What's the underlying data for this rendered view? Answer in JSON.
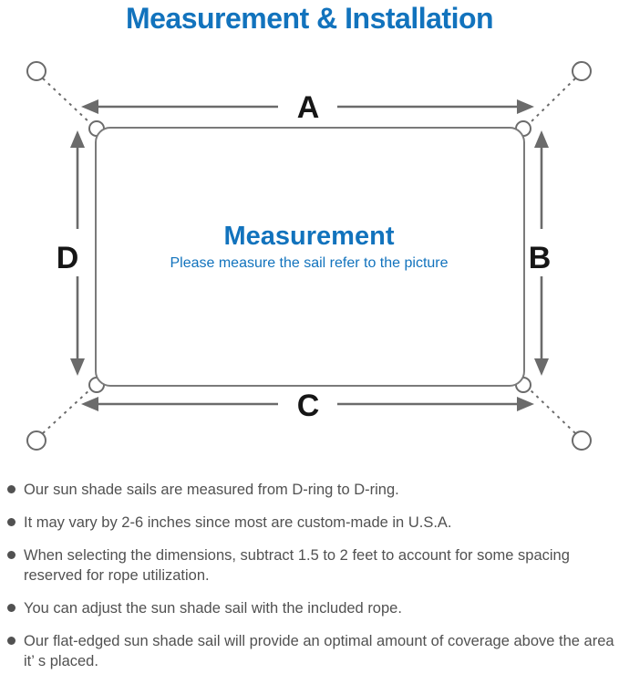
{
  "title": "Measurement & Installation",
  "diagram": {
    "center_heading": "Measurement",
    "center_subtitle": "Please measure the sail refer to the picture",
    "side_labels": {
      "top": "A",
      "right": "B",
      "bottom": "C",
      "left": "D"
    }
  },
  "notes": [
    "Our sun shade sails are measured from D-ring to D-ring.",
    "It may vary by 2-6 inches since most are custom-made in U.S.A.",
    "When selecting the dimensions, subtract 1.5 to 2 feet to account for some spacing reserved for rope utilization.",
    "You can adjust the sun shade sail with the included rope.",
    "Our flat-edged sun shade sail will provide an optimal amount of coverage above the area it’ s placed."
  ],
  "colors": {
    "accent_blue": "#1273bd",
    "diagram_line_gray": "#6b6b6b",
    "body_text_gray": "#515151",
    "label_black": "#161616"
  }
}
